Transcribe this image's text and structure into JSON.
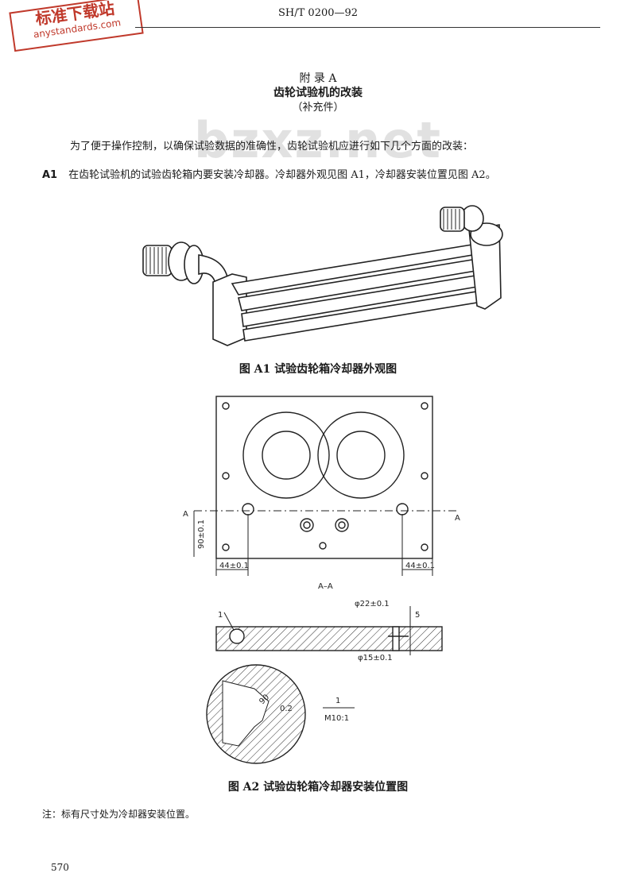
{
  "stamp": {
    "cn": "标准下载站",
    "en": "anystandards.com"
  },
  "header": {
    "code": "SH/T 0200—92"
  },
  "watermark": "bzxz.net",
  "appendix": {
    "title": "附 录 A",
    "subtitle": "齿轮试验机的改装",
    "note": "（补充件）"
  },
  "body": {
    "intro": "为了便于操作控制，以确保试验数据的准确性，齿轮试验机应进行如下几个方面的改装：",
    "a1_num": "A1",
    "a1_text": "在齿轮试验机的试验齿轮箱内要安装冷却器。冷却器外观见图 A1，冷却器安装位置见图 A2。"
  },
  "figure_a1": {
    "caption": "图 A1  试验齿轮箱冷却器外观图"
  },
  "figure_a2": {
    "caption": "图 A2  试验齿轮箱冷却器安装位置图",
    "section_mark": "A",
    "section_label": "A–A",
    "dim_vertical": "90±0.1",
    "dim_left": "44±0.1",
    "dim_right": "44±0.1",
    "dim_diam_top": "φ22±0.1",
    "dim_diam_bottom": "φ15±0.1",
    "dim_depth": "5",
    "callout": "1",
    "ratio_num": "1",
    "ratio_den": "M10:1",
    "detail_a": "90",
    "detail_b": "0.2"
  },
  "footnote": "注：标有尺寸处为冷却器安装位置。",
  "page_number": "570"
}
